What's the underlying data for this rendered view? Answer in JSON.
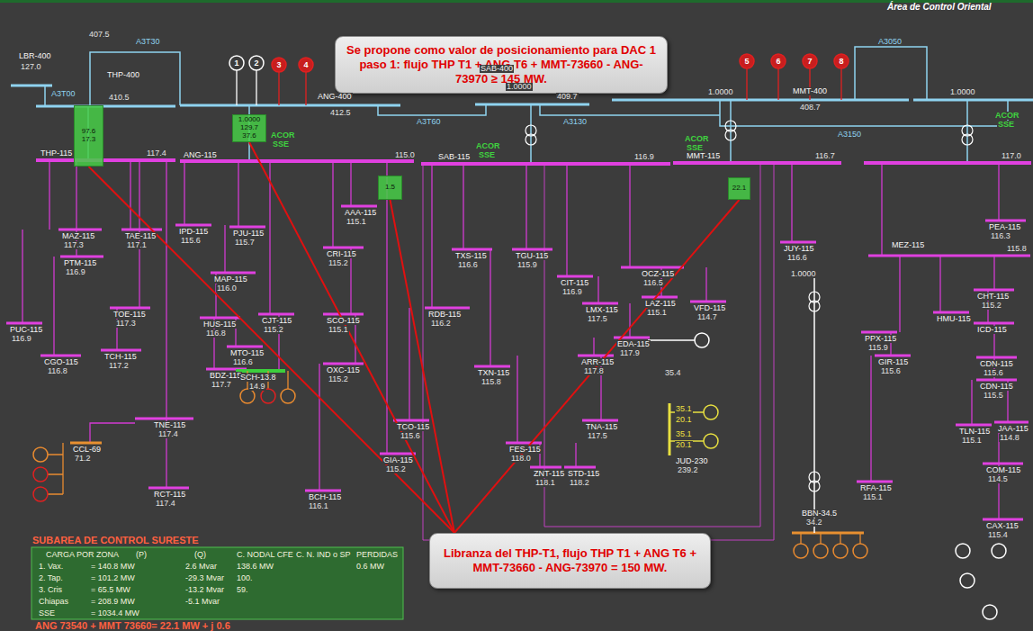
{
  "diagram": {
    "nodes": [
      {
        "text": [
          "Se propone como valor de posicionamiento para DAC 1 paso 1: flujo THP T1 + ANG T6 + MMT-73660 - ANG-73970 ≥ 145 MW."
        ]
      },
      {
        "text": [
          "Libranza del THP-T1, flujo THP T1 + ANG T6 + MMT-73660 - ANG-73970 = 150 MW."
        ]
      },
      {
        "text": [
          "97.6",
          "17.3"
        ]
      },
      {
        "text": [
          "1.0000",
          "129.7",
          "37.6"
        ]
      },
      {
        "text": [
          "1.5"
        ]
      },
      {
        "text": [
          "22.1"
        ]
      }
    ],
    "edges": [
      {
        "from": 1,
        "to": 2,
        "arrow": "none"
      },
      {
        "from": 1,
        "to": 3,
        "arrow": "none"
      },
      {
        "from": 1,
        "to": 4,
        "arrow": "none"
      },
      {
        "from": 1,
        "to": 5,
        "arrow": "none"
      }
    ],
    "labels": [
      "LBR-400",
      "127.0",
      "407.5",
      "A3T30",
      "A3T00",
      "THP-400",
      "410.5",
      "ANG-400",
      "412.5",
      "A3T60",
      "SAB-400",
      "409.7",
      "A3130",
      "MMT-400",
      "408.7",
      "A3050",
      "A3150",
      "1.0000",
      "1.0000",
      "1.0000",
      "ACOR",
      "SSE",
      "ACOR",
      "SSE",
      "ACOR",
      "SSE",
      "ACOR",
      "SSE",
      "3",
      "4",
      "5",
      "6",
      "7",
      "8",
      "1",
      "2",
      "THP-115",
      "117.4",
      "ANG-115",
      "115.0",
      "SAB-115",
      "116.9",
      "MMT-115",
      "116.7",
      "117.0",
      "MAZ-115",
      "117.3",
      "PTM-115",
      "116.9",
      "PUC-115",
      "116.9",
      "CGO-115",
      "116.8",
      "TAE-115",
      "117.1",
      "TOE-115",
      "117.3",
      "TCH-115",
      "117.2",
      "IPD-115",
      "115.6",
      "PJU-115",
      "115.7",
      "MAP-115",
      "116.0",
      "HUS-115",
      "116.8",
      "MTO-115",
      "116.6",
      "BDZ-115",
      "117.7",
      "TNE-115",
      "117.4",
      "CJT-115",
      "115.2",
      "SCH-13.8",
      "14.9",
      "AAA-115",
      "115.1",
      "CRI-115",
      "115.2",
      "SCO-115",
      "115.1",
      "OXC-115",
      "115.2",
      "GIA-115",
      "115.2",
      "BCH-115",
      "116.1",
      "TXS-115",
      "116.6",
      "RDB-115",
      "116.2",
      "TXN-115",
      "115.8",
      "TGU-115",
      "115.9",
      "CIT-115",
      "116.9",
      "LMX-115",
      "117.5",
      "OCZ-115",
      "116.5",
      "VFD-115",
      "114.7",
      "LAZ-115",
      "115.1",
      "EDA-115",
      "117.9",
      "ARR-115",
      "117.8",
      "TNA-115",
      "117.5",
      "TCO-115",
      "115.6",
      "FES-115",
      "118.0",
      "ZNT-115",
      "118.1",
      "STD-115",
      "118.2",
      "JUD-230",
      "239.2",
      "JUY-115",
      "116.6",
      "BBN-34.5",
      "34.2",
      "MEZ-115",
      "115.8",
      "PEA-115",
      "116.3",
      "CHT-115",
      "115.2",
      "PPX-115",
      "115.9",
      "HMU-115",
      "ICD-115",
      "GIR-115",
      "115.6",
      "CDN-115",
      "115.6",
      "CDN-115",
      "115.5",
      "TLN-115",
      "115.1",
      "JAA-115",
      "114.8",
      "COM-115",
      "114.5",
      "RFA-115",
      "115.1",
      "CAX-115",
      "115.4",
      "CCL-69",
      "71.2",
      "RCT-115",
      "117.4",
      "SUBAREA DE CONTROL SURESTE",
      "CARGA POR ZONA",
      "(P)",
      "(Q)",
      "C. NODAL CFE",
      "C. N. IND o SP",
      "PERDIDAS",
      "1. Vax.",
      "= 140.8 MW",
      "2.6 Mvar",
      "138.6 MW",
      "0.6 MW",
      "2. Tap.",
      "= 101.2 MW",
      "-29.3 Mvar",
      "100.",
      "3. Cris",
      "= 65.5 MW",
      "-13.2 Mvar",
      "59.",
      "Chiapas",
      "= 208.9 MW",
      "-5.1 Mvar",
      "SSE",
      "= 1034.4 MW",
      "ANG 73540 + MMT 73660= 22.1 MW + j 0.6",
      "Área de Control Oriental",
      "35.1",
      "20.1",
      "35.1",
      "20.1",
      "35.4",
      "1.0000"
    ]
  }
}
